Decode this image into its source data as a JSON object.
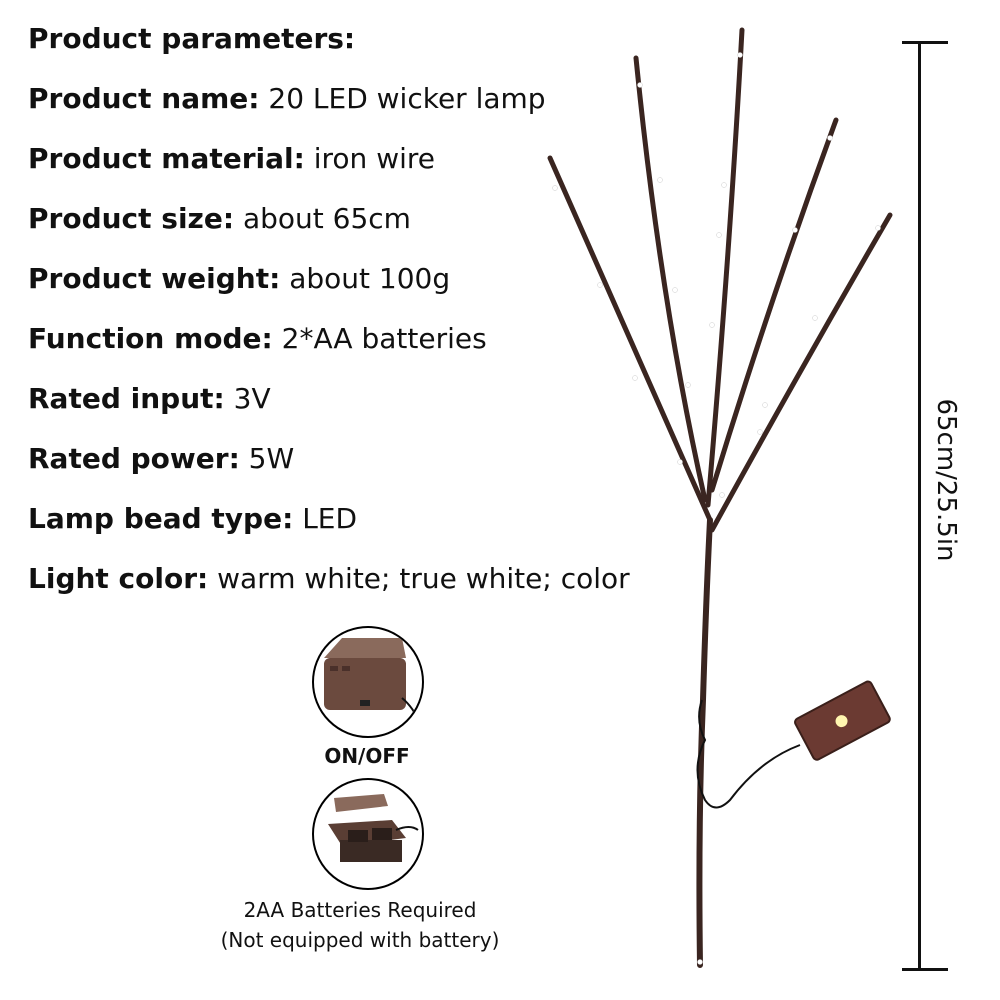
{
  "heading": "Product parameters:",
  "params": [
    {
      "label": "Product name:",
      "value": "20 LED wicker lamp"
    },
    {
      "label": "Product material:",
      "value": "iron wire"
    },
    {
      "label": "Product size:",
      "value": "about 65cm"
    },
    {
      "label": "Product weight:",
      "value": "about 100g"
    },
    {
      "label": "Function mode:",
      "value": "2*AA batteries"
    },
    {
      "label": "Rated input:",
      "value": "3V"
    },
    {
      "label": "Rated power:",
      "value": "5W"
    },
    {
      "label": "Lamp bead type:",
      "value": "LED"
    },
    {
      "label": "Light color:",
      "value": "warm white; true white; color"
    }
  ],
  "switch_caption": "ON/OFF",
  "battery_caption_1": "2AA Batteries Required",
  "battery_caption_2": "(Not equipped with battery)",
  "dimension_label": "65cm/25.5in",
  "colors": {
    "branch": "#3a2520",
    "battery_box": "#6b4a3e",
    "led": "#ffffff",
    "switch_light": "#fff6b0"
  },
  "icons": [
    "battery-box-icon",
    "battery-compartment-icon",
    "lamp-branch-illustration",
    "dimension-arrow"
  ]
}
